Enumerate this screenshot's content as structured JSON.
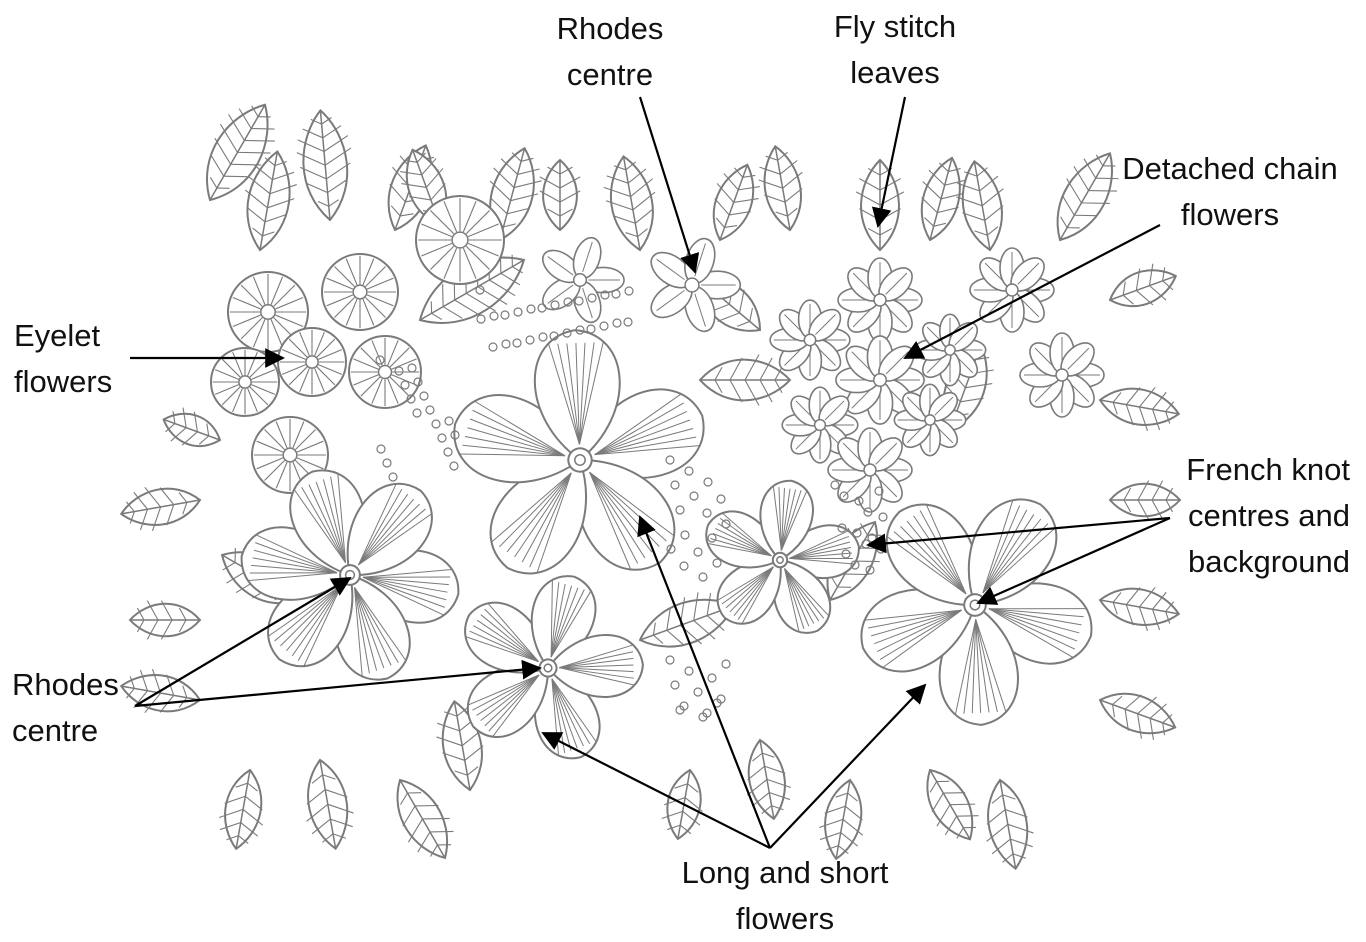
{
  "labels": {
    "rhodes_centre_top": [
      "Rhodes",
      "centre"
    ],
    "fly_stitch": [
      "Fly stitch",
      "leaves"
    ],
    "detached_chain": [
      "Detached chain",
      "flowers"
    ],
    "eyelet": [
      "Eyelet",
      "flowers"
    ],
    "french_knot": [
      "French knot",
      "centres and",
      "background"
    ],
    "rhodes_centre_left": [
      "Rhodes",
      "centre"
    ],
    "long_short": [
      "Long and short",
      "flowers"
    ]
  },
  "colors": {
    "ink": "#000000",
    "stitch": "#7a7a7a",
    "paper": "#ffffff"
  }
}
